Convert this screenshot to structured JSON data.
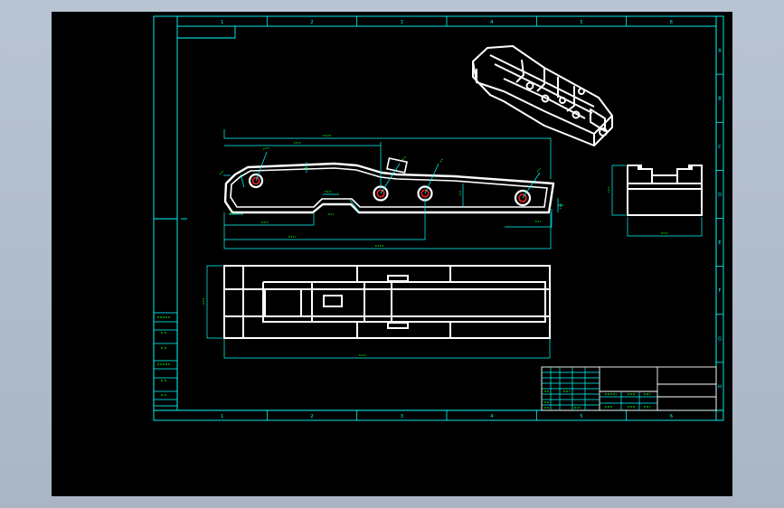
{
  "app": {
    "viewport": "model-space"
  },
  "colors": {
    "background": "#000000",
    "frame": "#00ffff",
    "geometry": "#ffffff",
    "dimension": "#00ff00",
    "hole_center": "#ff2020",
    "backdrop": "#aab6c6"
  },
  "drawing": {
    "zone_numbers_top": [
      "1",
      "2",
      "3",
      "4",
      "5",
      "6"
    ],
    "zone_numbers_bottom": [
      "1",
      "2",
      "3",
      "4",
      "5",
      "6"
    ],
    "zone_letters_right": [
      "A",
      "B",
      "C",
      "D",
      "E",
      "F",
      "G",
      "H"
    ],
    "side_view": {
      "name": "lever-side-view"
    },
    "top_view": {
      "name": "lever-top-view"
    },
    "end_view": {
      "name": "lever-end-view"
    },
    "iso_view": {
      "name": "lever-isometric-view"
    }
  }
}
